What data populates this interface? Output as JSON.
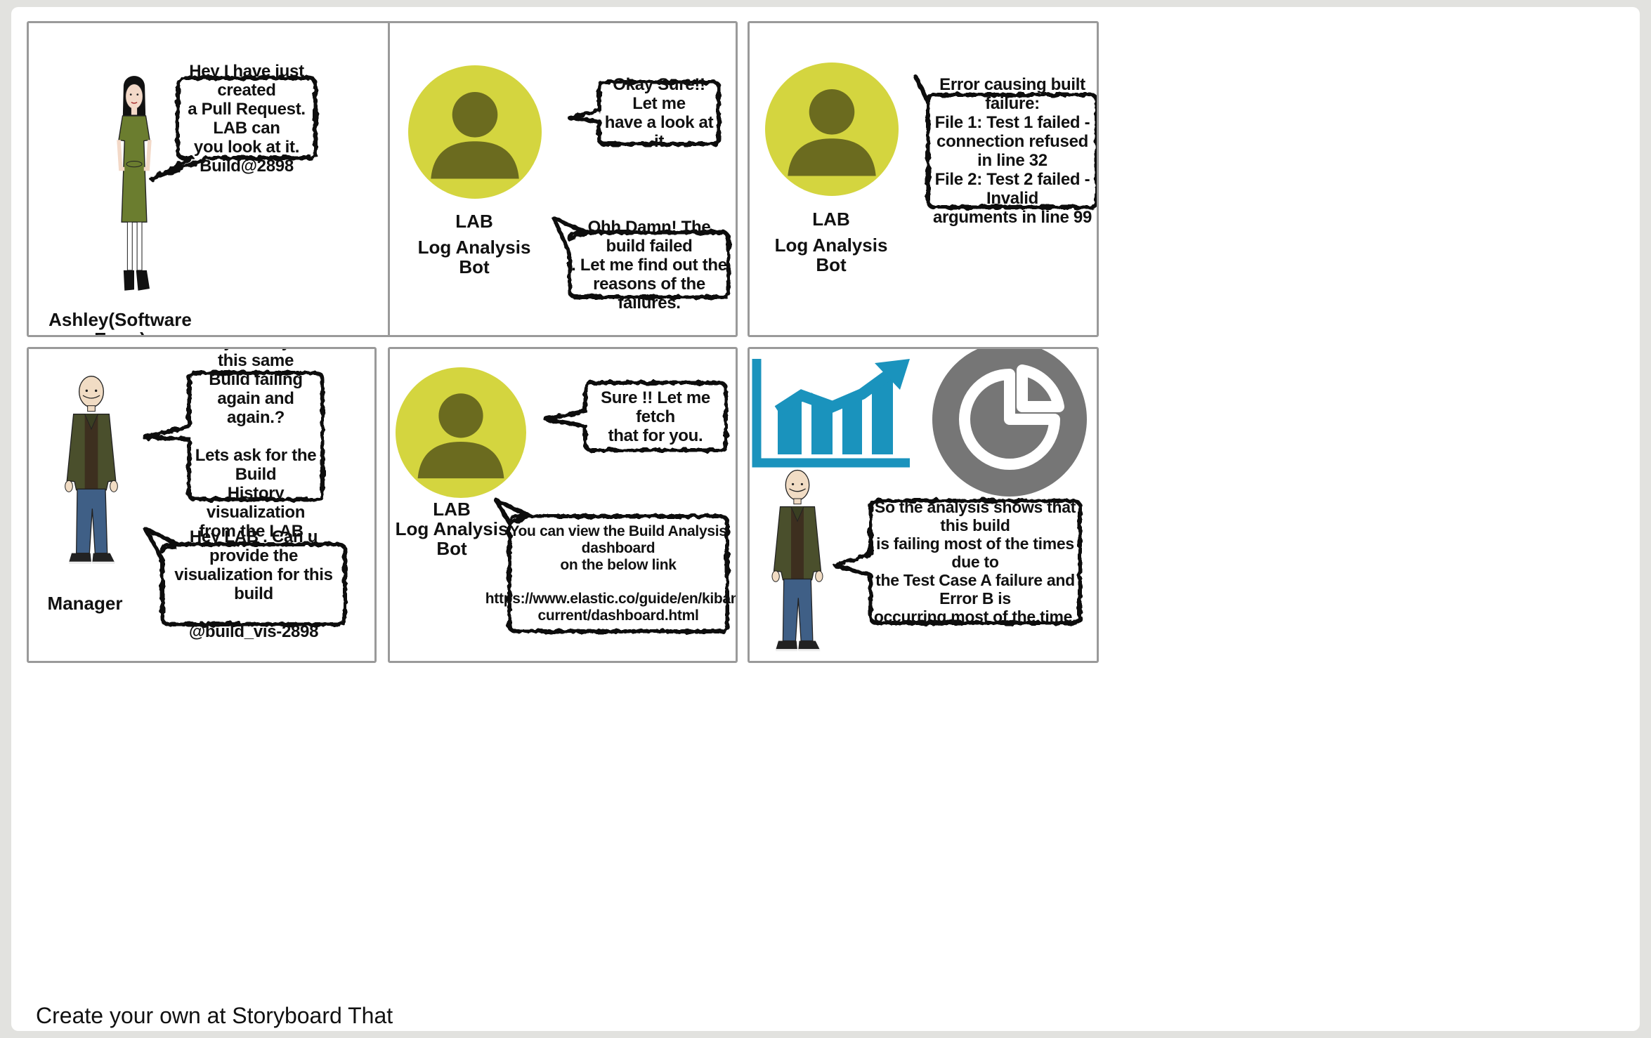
{
  "panels": {
    "p1": {
      "bubble": "Hey I have just created\na Pull Request. LAB can\nyou look at it.\nBuild@2898",
      "caption": "Ashley(Software Engg)"
    },
    "p2": {
      "bubble_1": "Okay Sure!! Let me\nhave a look at it",
      "bubble_2": "Ohh Damn!  The build failed\n. Let me find out the\nreasons of the failures.",
      "caption_name": "LAB",
      "caption_role": "Log Analysis Bot"
    },
    "p3": {
      "bubble": "Error causing built failure:\nFile 1: Test 1 failed -\nconnection refused in line 32\nFile 2: Test 2 failed - Invalid\narguments in line 99",
      "caption_name": "LAB",
      "caption_role": "Log Analysis Bot"
    },
    "p4": {
      "bubble_1": "Hey Ashley is this same\nBuild failing again and\nagain.?\n\nLets ask for the Build\nHistory visualization\nfrom the LAB .",
      "bubble_2": "Hey LAB . Can u provide the\nvisualization for this build\n\n@build_vis-2898",
      "caption": "Manager"
    },
    "p5": {
      "bubble_1": "Sure !! Let me fetch\nthat for you.",
      "bubble_2": "You can view the Build Analysis dashboard\non the below link\n\nhttps://www.elastic.co/guide/en/kibana/\ncurrent/dashboard.html",
      "caption": "LAB\nLog Analysis Bot"
    },
    "p6": {
      "bubble": "So the analysis shows that this build\nis failing most of the times due to\nthe Test Case A failure and Error B is\noccurring most of the time."
    }
  },
  "footer": "Create your own at Storyboard That",
  "colors": {
    "avatar_bg": "#d4d53f",
    "avatar_fg": "#6b6b1f",
    "chart_blue": "#1a93bd",
    "pie_grey": "#767676",
    "dress_green": "#6b7d2f",
    "jacket_green": "#4a4f2c",
    "jeans_blue": "#3f5f86"
  },
  "icons": [
    "person-avatar-icon",
    "trend-chart-icon",
    "pie-chart-icon"
  ]
}
